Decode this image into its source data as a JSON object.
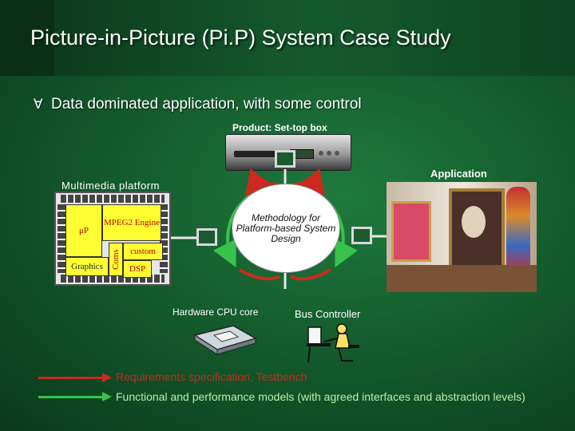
{
  "slide": {
    "title": "Picture-in-Picture (Pi.P) System Case Study",
    "bullet": "Data dominated application, with some control",
    "bullet_marker": "∀"
  },
  "labels": {
    "product": "Product: Set-top box",
    "application": "Application",
    "multimedia_platform": "Multimedia platform",
    "hardware_cpu_core": "Hardware CPU core",
    "bus_controller": "Bus Controller"
  },
  "chip_blocks": {
    "up": "μP",
    "mpeg2": "MPEG2 Engine",
    "custom": "custom",
    "coms": "Coms",
    "graphics": "Graphics",
    "dsp": "DSP"
  },
  "methodology": {
    "text": "Methodology for Platform-based System Design"
  },
  "legend": [
    {
      "text": "Requirements specification, Testbench",
      "color": "#cc2a1e"
    },
    {
      "text": "Functional and performance models (with agreed interfaces and abstraction levels)",
      "color": "#b9f0a8"
    }
  ],
  "colors": {
    "background": "#145c2d",
    "block_fill": "#ffff33",
    "arrow_red": "#cc2a1e",
    "arrow_green": "#39c24a"
  }
}
